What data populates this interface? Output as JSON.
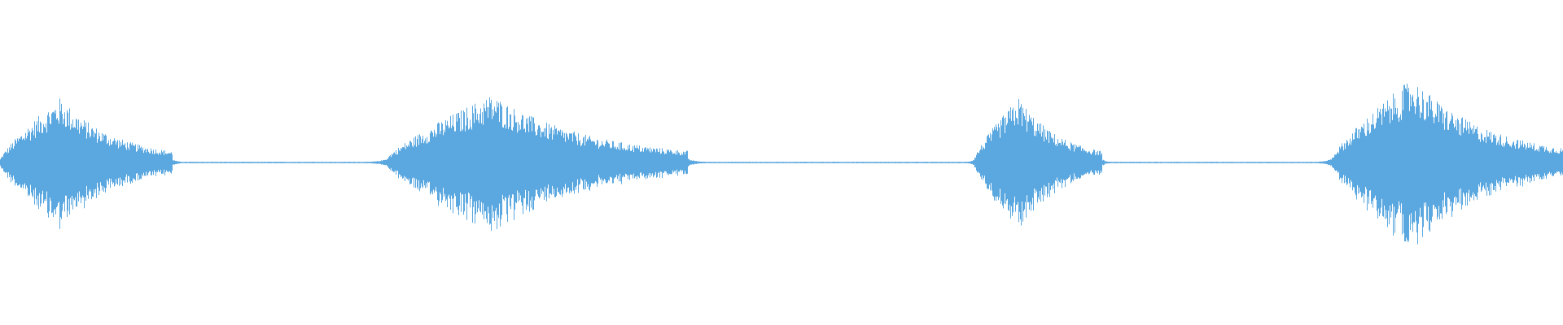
{
  "waveform": {
    "color": "#5ba8e0",
    "background": "#ffffff",
    "segments": [
      {
        "start": 0.0,
        "end": 0.11,
        "peak": 0.4
      },
      {
        "start": 0.247,
        "end": 0.44,
        "peak": 0.42
      },
      {
        "start": 0.623,
        "end": 0.705,
        "peak": 0.4
      },
      {
        "start": 0.852,
        "end": 1.0,
        "peak": 0.52
      }
    ]
  }
}
